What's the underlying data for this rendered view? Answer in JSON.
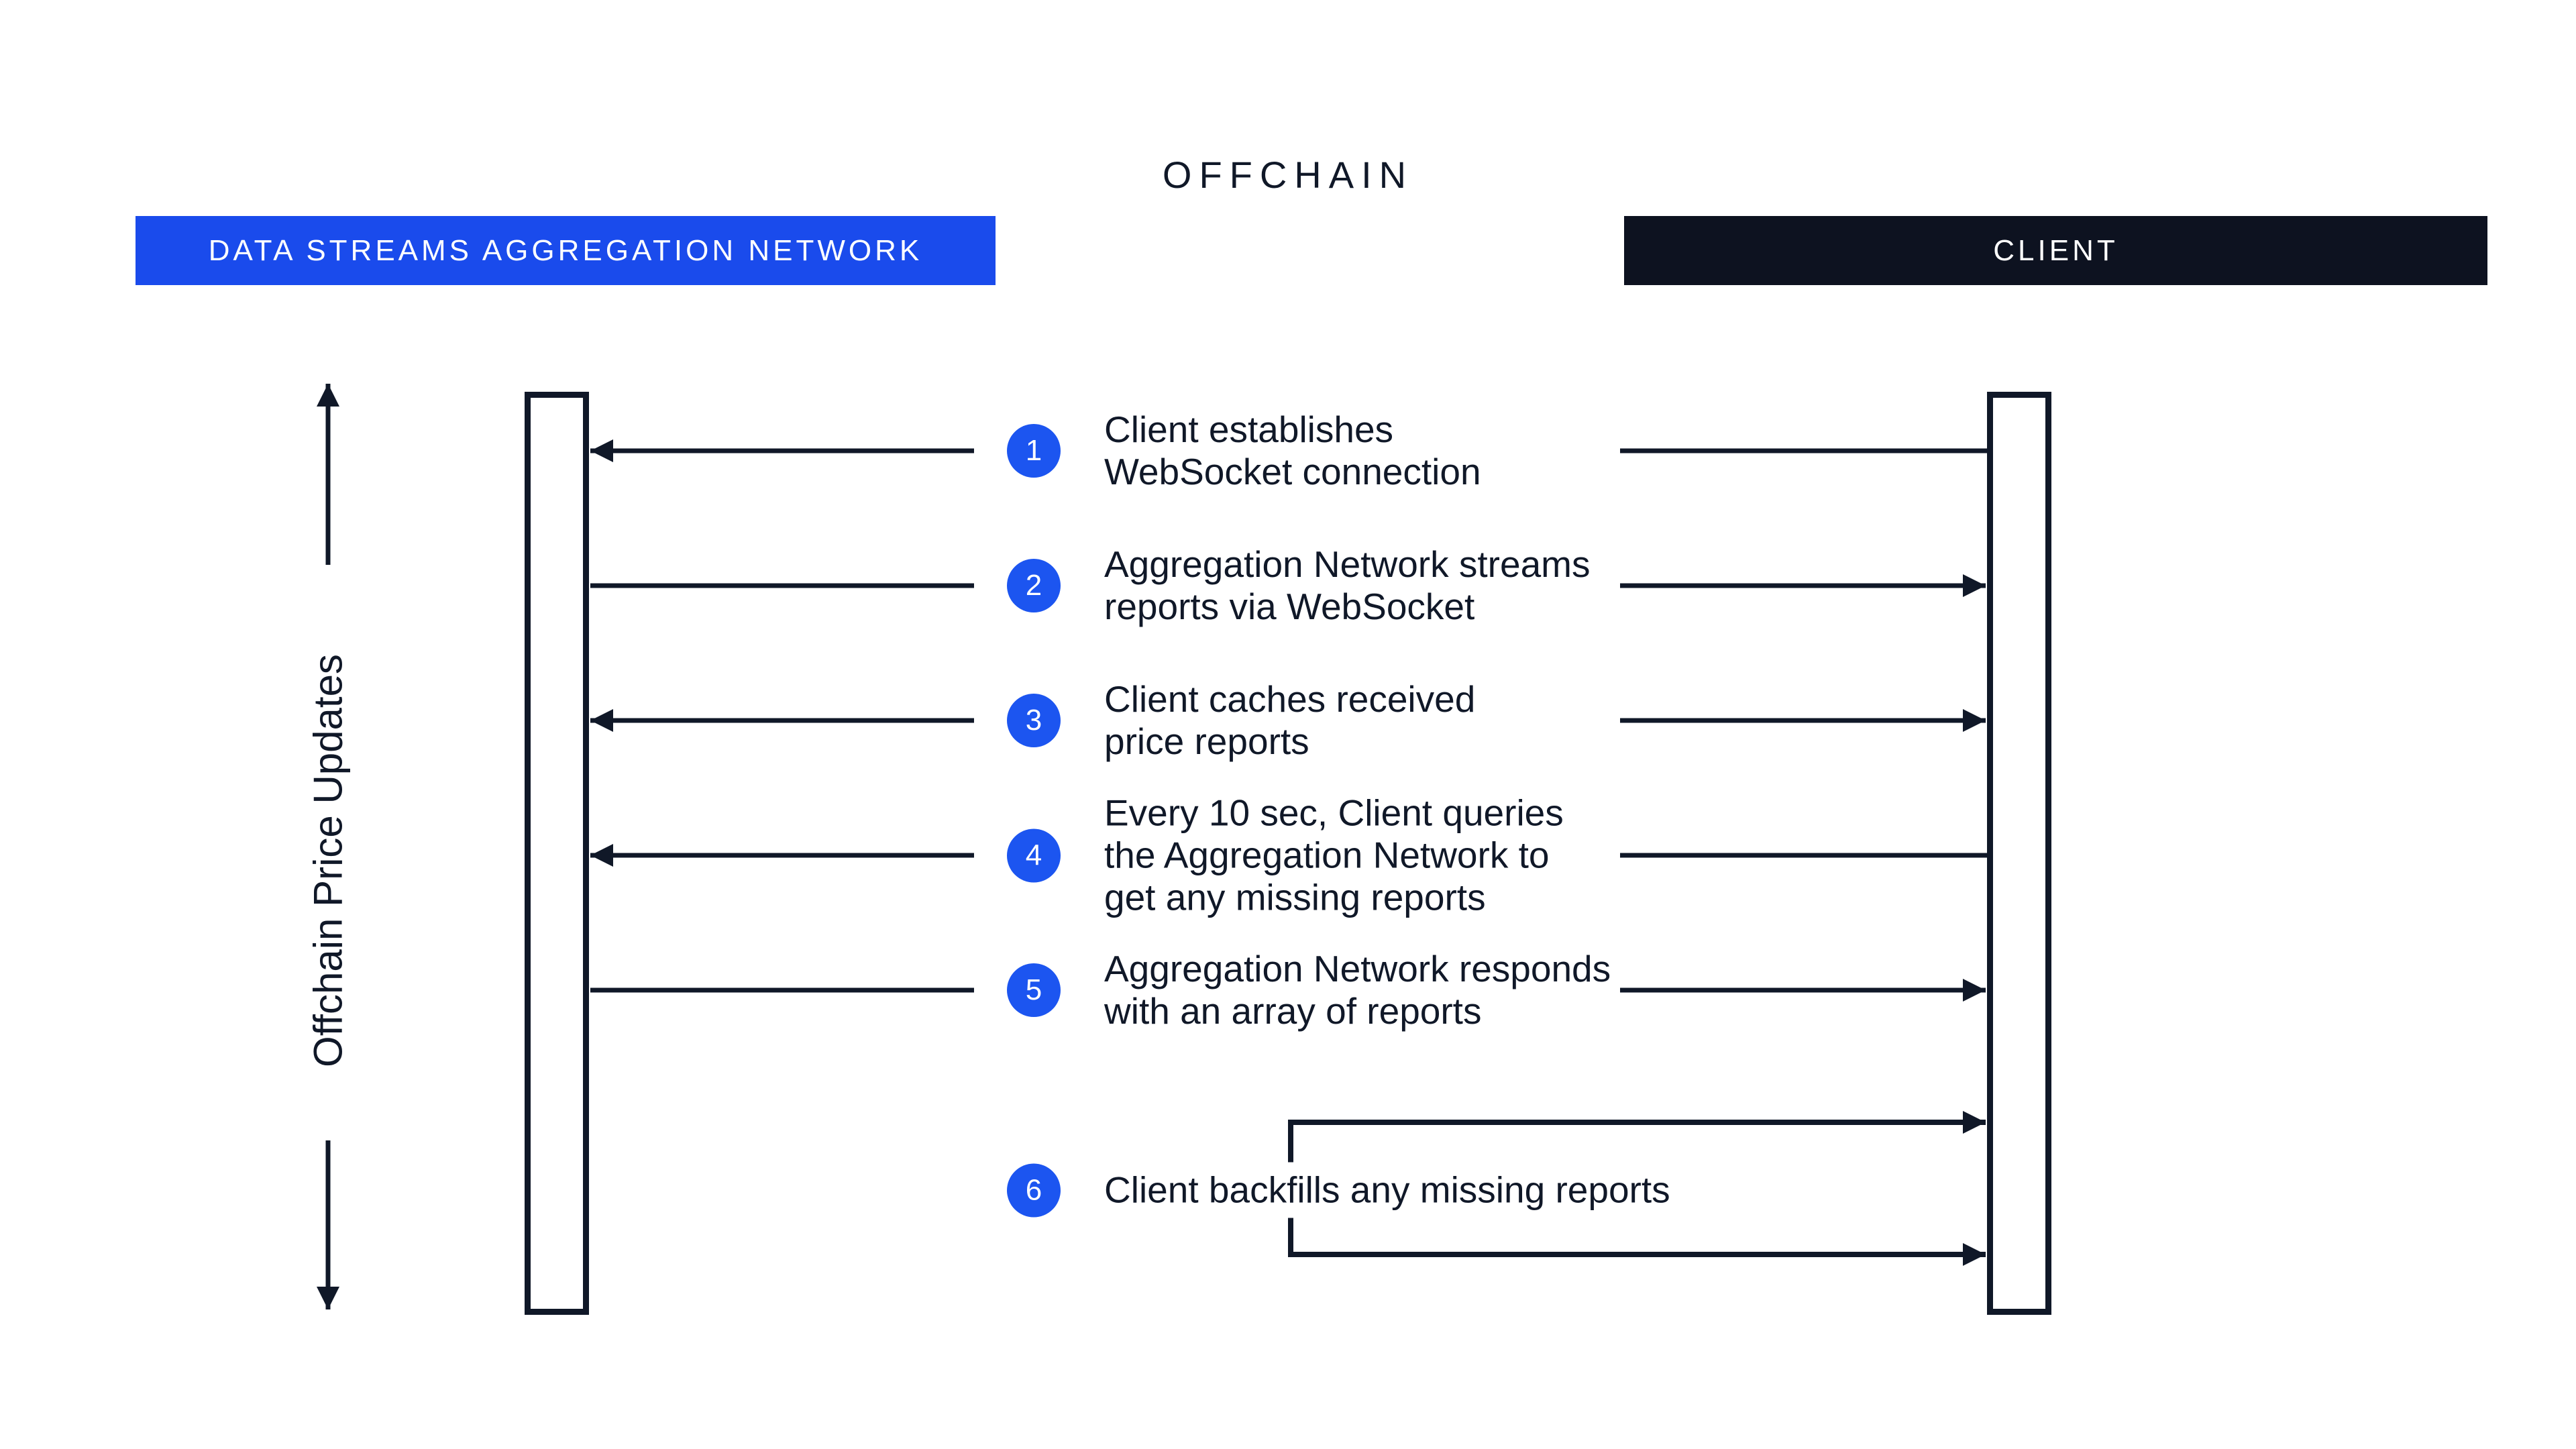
{
  "title": "OFFCHAIN",
  "participants": {
    "left": {
      "label": "DATA STREAMS AGGREGATION NETWORK"
    },
    "right": {
      "label": "CLIENT"
    }
  },
  "axis": {
    "label": "Offchain Price Updates"
  },
  "colors": {
    "accent_blue": "#1A4BEC",
    "badge_blue": "#1C55F0",
    "ink": "#101828",
    "bar_dark": "#0D1220",
    "background": "#FFFFFF"
  },
  "steps": [
    {
      "num": "1",
      "text": "Client establishes\nWebSocket connection",
      "left_line": "arrow",
      "right_line": "plain"
    },
    {
      "num": "2",
      "text": "Aggregation Network streams\nreports via WebSocket",
      "left_line": "plain",
      "right_line": "arrow"
    },
    {
      "num": "3",
      "text": "Client caches received\nprice reports",
      "left_line": "arrow",
      "right_line": "arrow"
    },
    {
      "num": "4",
      "text": "Every 10 sec, Client queries\nthe Aggregation Network to\nget any missing reports",
      "left_line": "arrow",
      "right_line": "plain"
    },
    {
      "num": "5",
      "text": "Aggregation Network responds\nwith an array of reports",
      "left_line": "plain",
      "right_line": "arrow"
    },
    {
      "num": "6",
      "text": "Client backfills any missing reports",
      "left_line": "none",
      "right_line": "loop"
    }
  ]
}
